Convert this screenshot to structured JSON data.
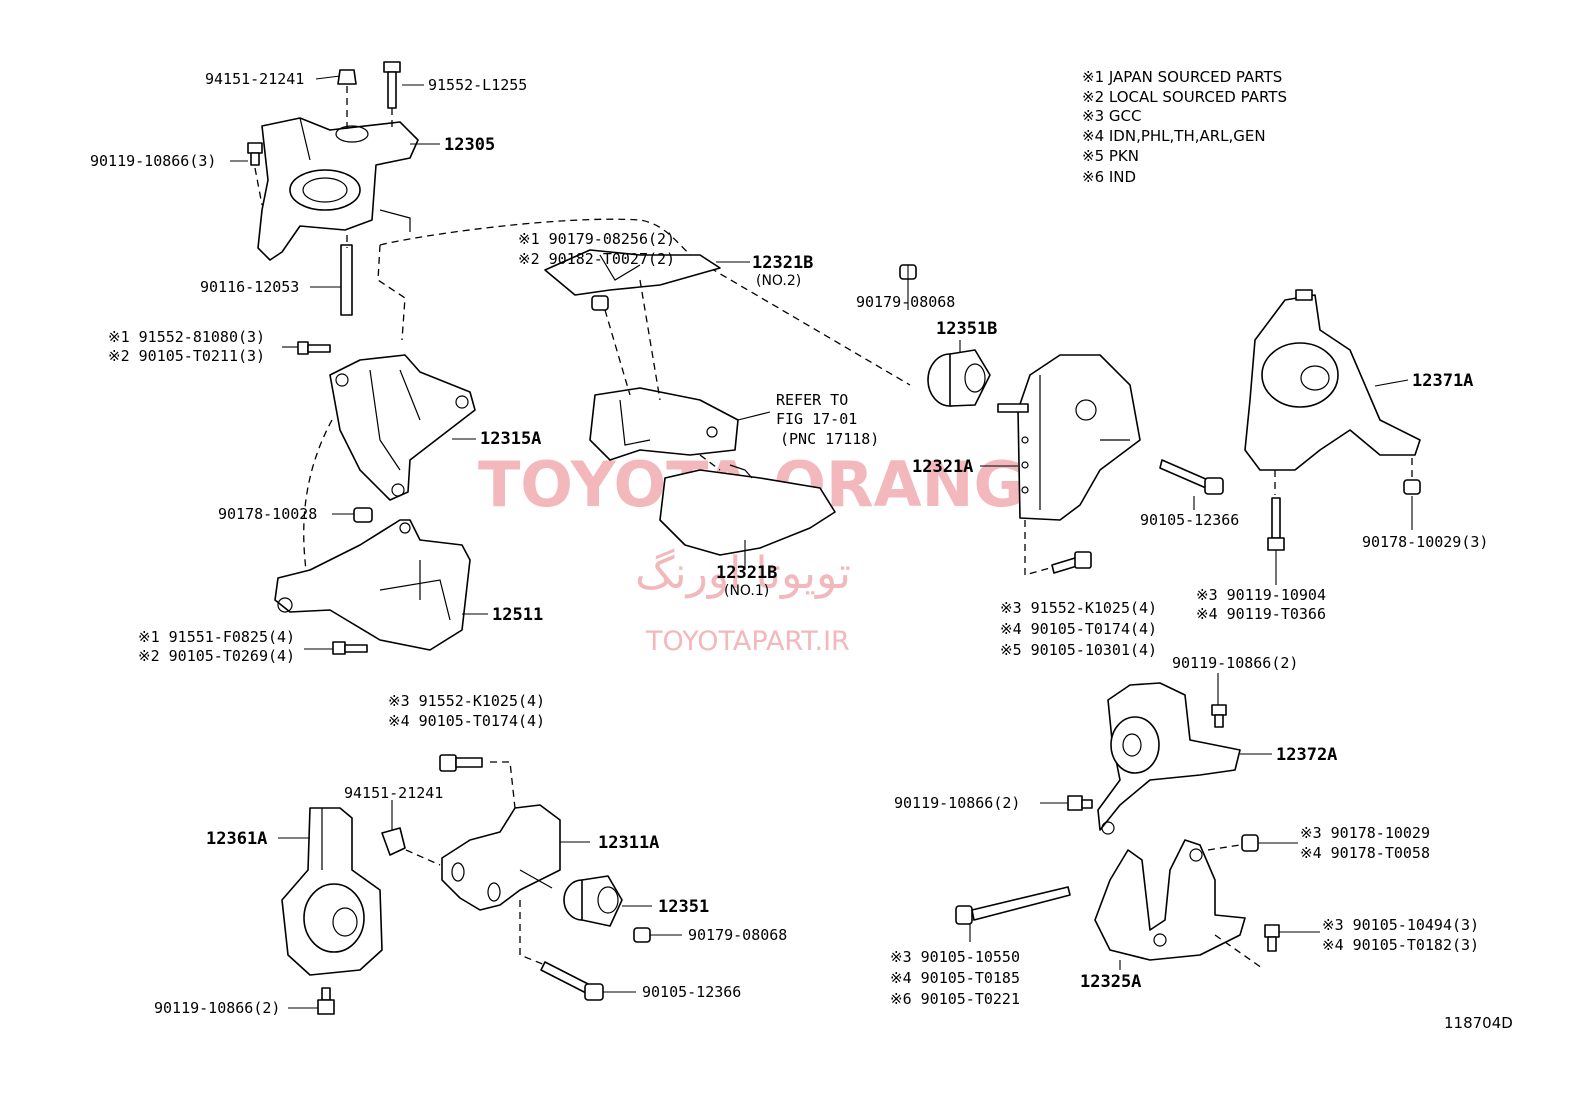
{
  "notes": [
    "※1 JAPAN SOURCED PARTS",
    "※2 LOCAL SOURCED PARTS",
    "※3 GCC",
    "※4 IDN,PHL,TH,ARL,GEN",
    "※5 PKN",
    "※6 IND"
  ],
  "labels": {
    "l94151a": "94151-21241",
    "l91552l": "91552-L1255",
    "l12305": "12305",
    "l90119a": "90119-10866(3)",
    "l90116": "90116-12053",
    "l91552_81080": "※1 91552-81080(3)",
    "l90105_t0211": "※2 90105-T0211(3)",
    "l12315a": "12315A",
    "l90178_10028": "90178-10028",
    "l12511": "12511",
    "l91551": "※1 91551-F0825(4)",
    "l90105_t0269": "※2 90105-T0269(4)",
    "l90179_08256": "※1 90179-08256(2)",
    "l90182": "※2 90182-T0027(2)",
    "l12321b_top": "12321B",
    "l_no2": "(NO.2)",
    "l_refer1": "REFER TO",
    "l_refer2": "FIG 17-01",
    "l_refer3": "(PNC 17118)",
    "l12321b_bot": "12321B",
    "l_no1": "(NO.1)",
    "l90179_08068a": "90179-08068",
    "l12351b": "12351B",
    "l12321a": "12321A",
    "l90105_12366a": "90105-12366",
    "l12371a": "12371A",
    "l90178_10029": "90178-10029(3)",
    "l90119_10904": "※3 90119-10904",
    "l90119_t0366": "※4 90119-T0366",
    "l91552_k1025a": "※3 91552-K1025(4)",
    "l90105_t0174a": "※4 90105-T0174(4)",
    "l90105_10301": "※5 90105-10301(4)",
    "l90119_10866b": "90119-10866(2)",
    "l12372a": "12372A",
    "l90119_10866c": "90119-10866(2)",
    "l91552_k1025b": "※3 91552-K1025(4)",
    "l90105_t0174b": "※4 90105-T0174(4)",
    "l94151b": "94151-21241",
    "l12361a": "12361A",
    "l12311a": "12311A",
    "l12351": "12351",
    "l90179_08068b": "90179-08068",
    "l90105_12366b": "90105-12366",
    "l90119_10866d": "90119-10866(2)",
    "l90178_10029b": "※3 90178-10029",
    "l90178_t0058": "※4 90178-T0058",
    "l90105_10494": "※3 90105-10494(3)",
    "l90105_t0182": "※4 90105-T0182(3)",
    "l90105_10550": "※3 90105-10550",
    "l90105_t0185": "※4 90105-T0185",
    "l90105_t0221": "※6 90105-T0221",
    "l12325a": "12325A"
  },
  "watermark": {
    "line1": "TOYOTA ORANG",
    "line2": "تویوتا اورنگ",
    "line3": "TOYOTAPART.IR"
  },
  "figure_id": "118704D",
  "colors": {
    "watermark": "#f2b8bb",
    "ink": "#000000"
  }
}
